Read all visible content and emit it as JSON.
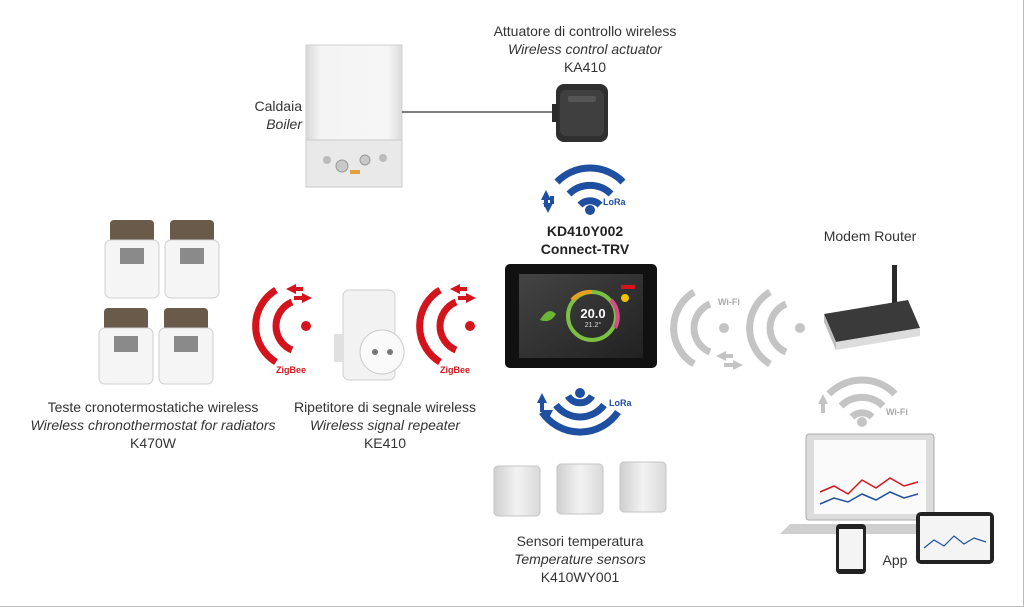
{
  "labels": {
    "actuator": {
      "it": "Attuatore di controllo wireless",
      "en": "Wireless control actuator",
      "code": "KA410"
    },
    "boiler": {
      "it": "Caldaia",
      "en": "Boiler"
    },
    "hub": {
      "code": "KD410Y002",
      "name": "Connect-TRV"
    },
    "router": {
      "name": "Modem Router"
    },
    "trv": {
      "it": "Teste cronotermostatiche wireless",
      "en": "Wireless chronothermostat for radiators",
      "code": "K470W"
    },
    "repeater": {
      "it": "Ripetitore di segnale wireless",
      "en": "Wireless signal repeater",
      "code": "KE410"
    },
    "sensors": {
      "it": "Sensori temperatura",
      "en": "Temperature sensors",
      "code": "K410WY001"
    },
    "app": {
      "name": "App"
    }
  },
  "protocols": {
    "lora_top": "LoRa",
    "lora_bottom": "LoRa",
    "zigbee_left": "ZigBee",
    "zigbee_right": "ZigBee",
    "wifi_router": "Wi-Fi",
    "wifi_app": "Wi-Fi"
  },
  "display": {
    "temperature": "20.0",
    "humidity": "21.2°"
  },
  "colors": {
    "lora": "#1e4fa0",
    "zigbee": "#d4141c",
    "wifi": "#c4c4c4",
    "text": "#333333"
  }
}
